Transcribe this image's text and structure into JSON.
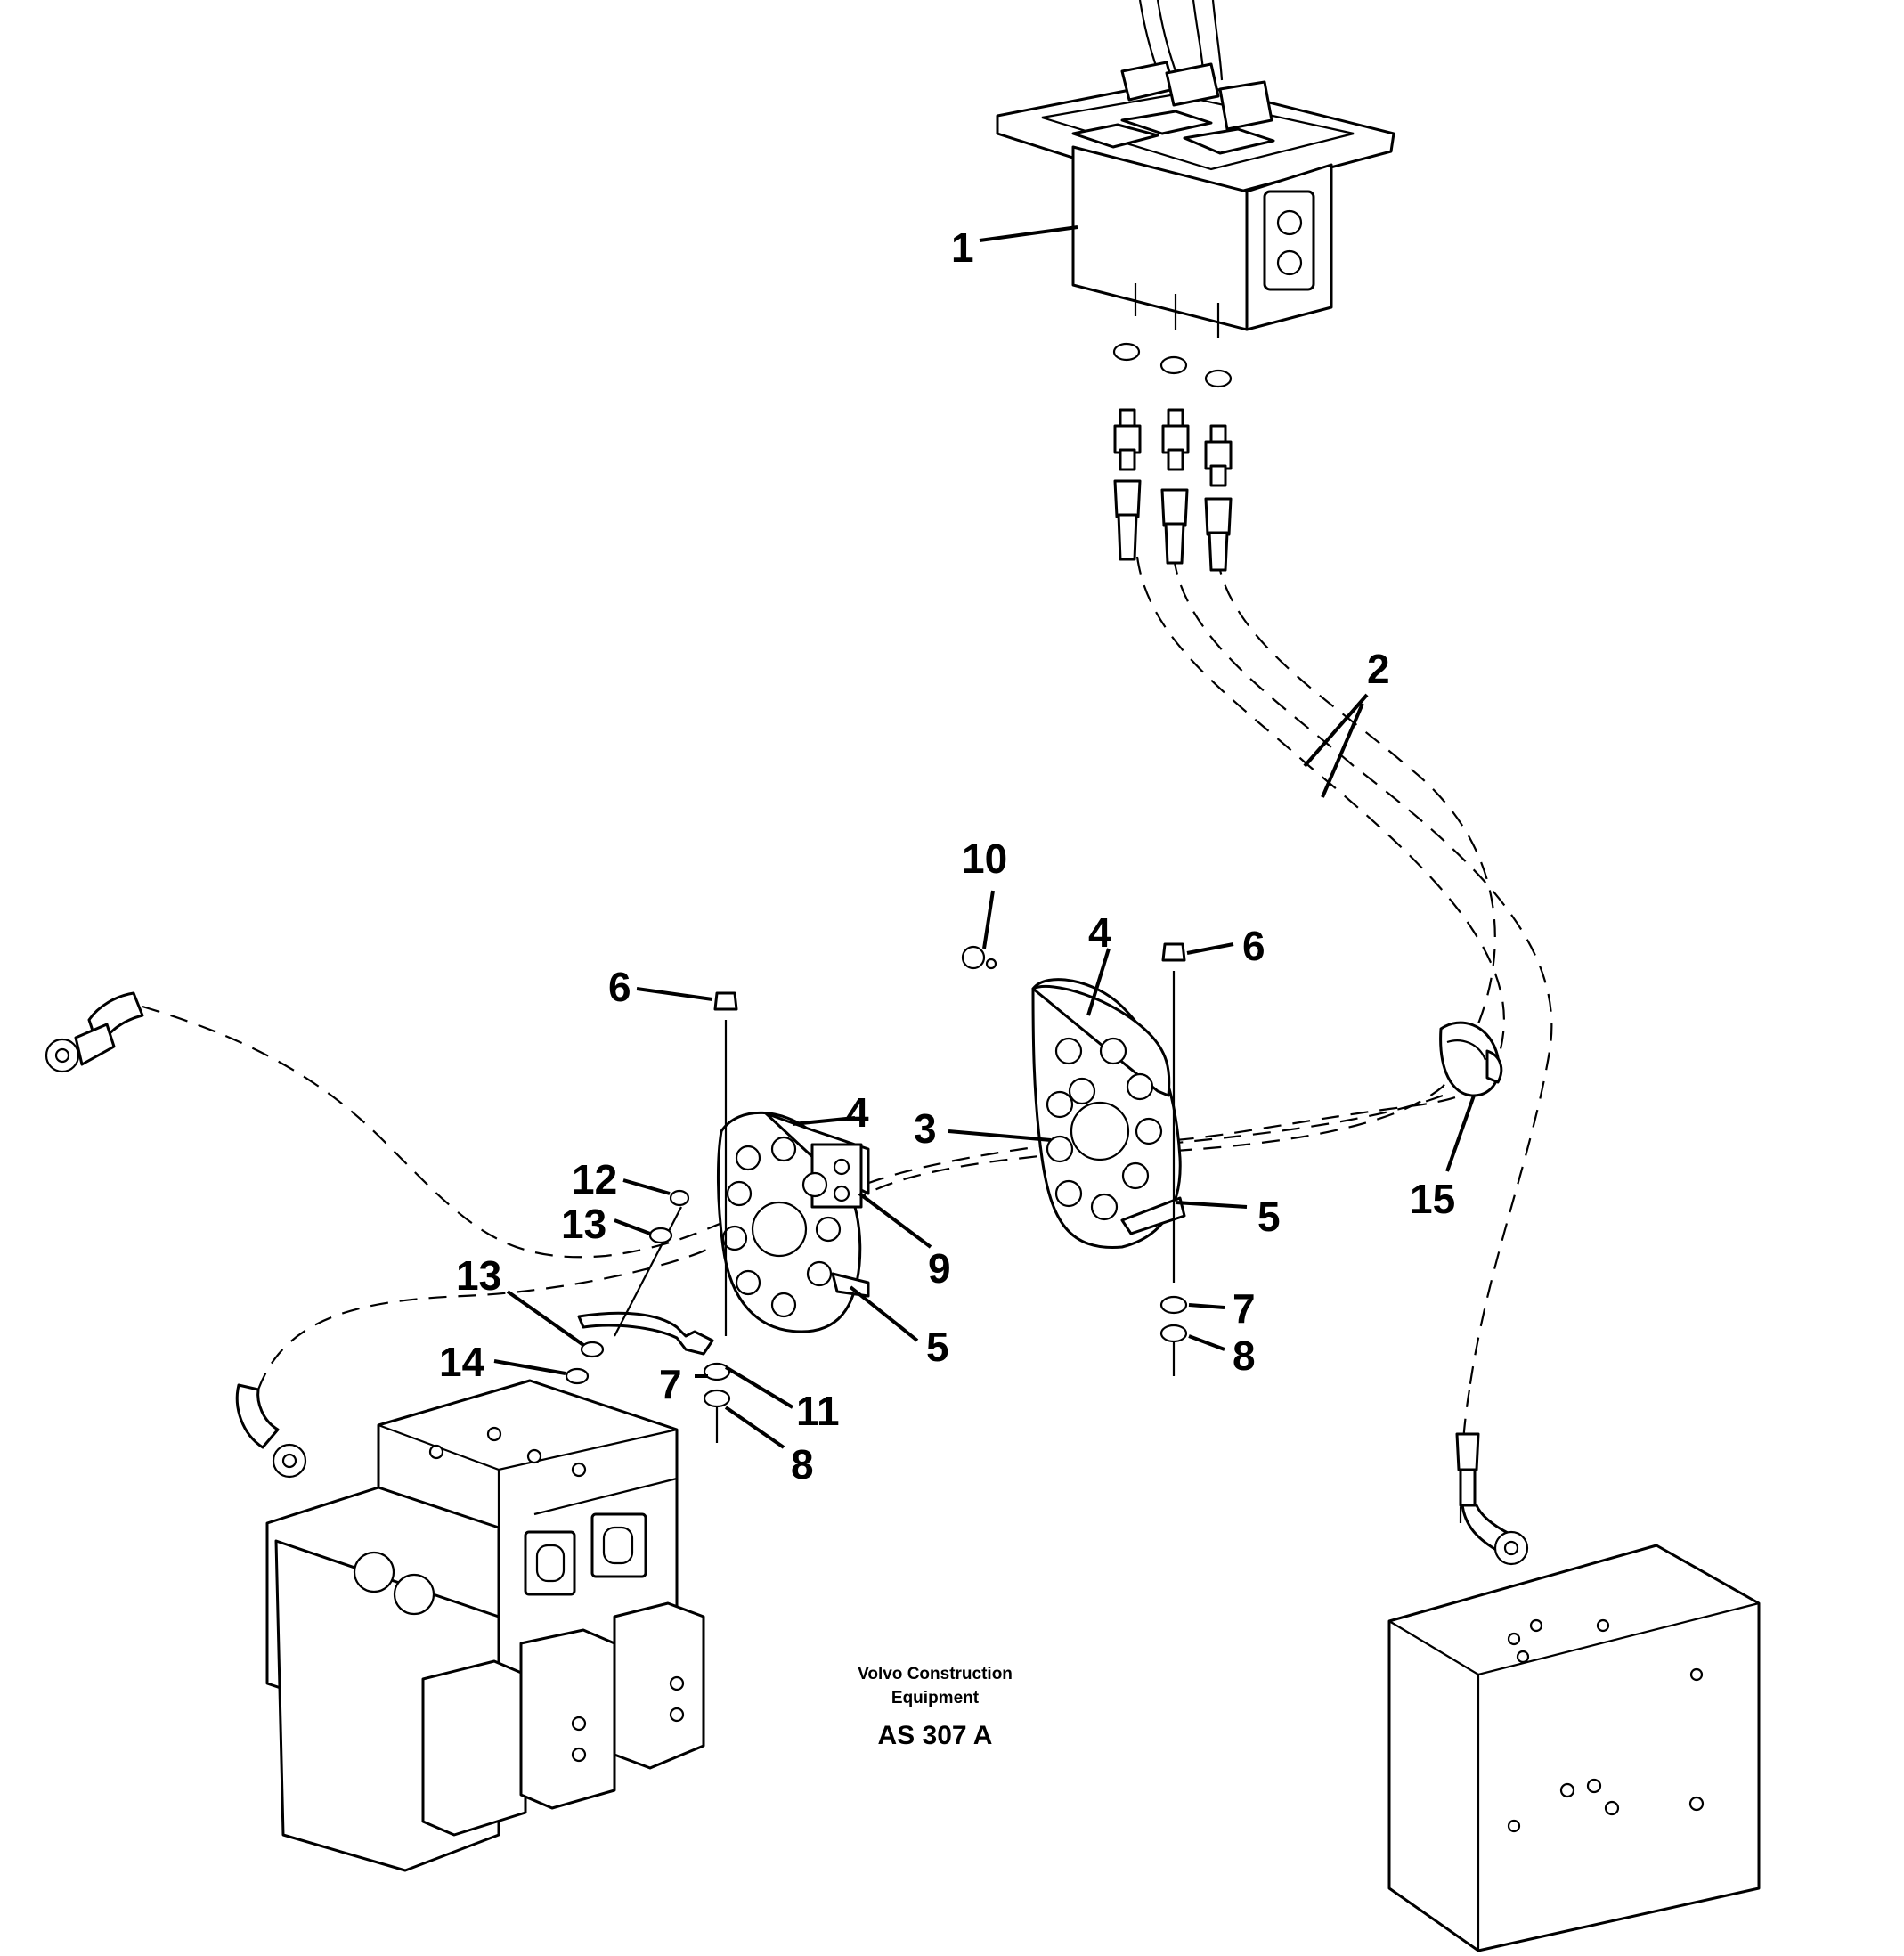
{
  "callouts": {
    "c1": "1",
    "c2": "2",
    "c3": "3",
    "c4a": "4",
    "c4b": "4",
    "c5a": "5",
    "c5b": "5",
    "c6a": "6",
    "c6b": "6",
    "c7a": "7",
    "c7b": "7",
    "c8a": "8",
    "c8b": "8",
    "c9": "9",
    "c10": "10",
    "c11": "11",
    "c12": "12",
    "c13a": "13",
    "c13b": "13",
    "c14": "14",
    "c15": "15"
  },
  "footer": {
    "brand_line1": "Volvo Construction",
    "brand_line2": "Equipment",
    "code": "AS 307 A"
  }
}
